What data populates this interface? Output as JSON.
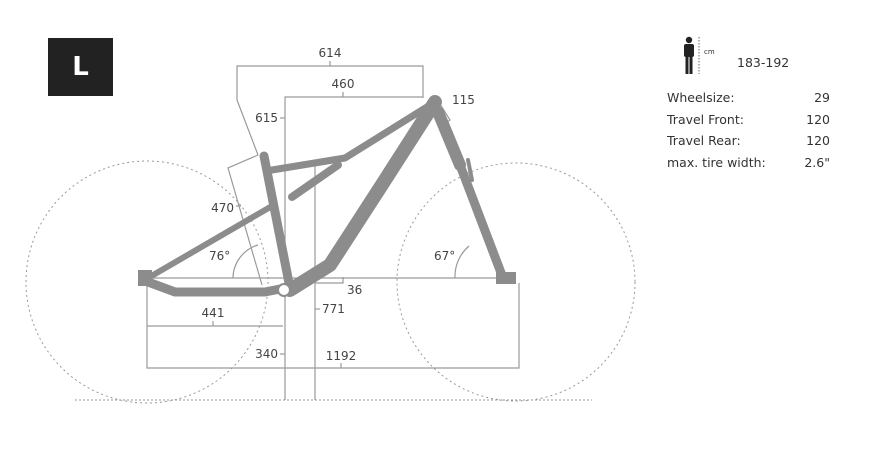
{
  "size_badge": "L",
  "rider_height": {
    "unit": "cm",
    "range": "183-192"
  },
  "specs": [
    {
      "label": "Wheelsize:",
      "value": "29"
    },
    {
      "label": "Travel Front:",
      "value": "120"
    },
    {
      "label": "Travel Rear:",
      "value": "120"
    },
    {
      "label": "max. tire width:",
      "value": "2.6\""
    }
  ],
  "dimensions": {
    "stack_bracket": "614",
    "reach": "460",
    "stack": "615",
    "head_tube": "115",
    "seat_tube": "470",
    "seat_angle": "76°",
    "head_angle": "67°",
    "bb_drop": "36",
    "standover": "771",
    "chainstay": "441",
    "bb_height": "340",
    "wheelbase": "1192"
  },
  "colors": {
    "frame": "#8c8c8c",
    "lines": "#9a9a9a",
    "badge": "#222222"
  }
}
